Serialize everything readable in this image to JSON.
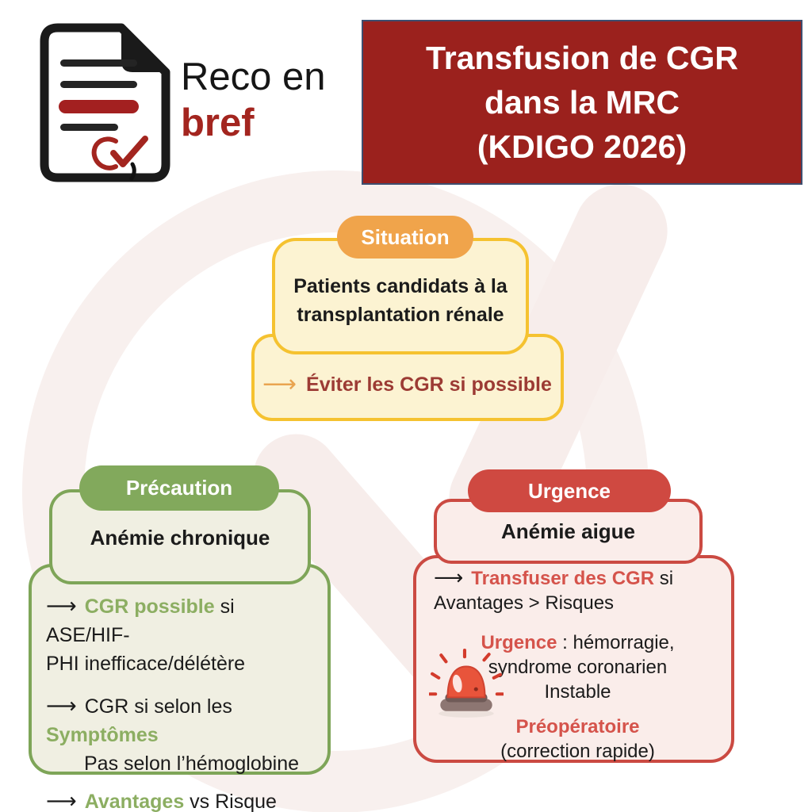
{
  "logo": {
    "line1": "Reco en",
    "line2": "bref",
    "icon": "document-kidney-check-icon"
  },
  "banner": {
    "lines": [
      "Transfusion de CGR",
      "dans la MRC",
      "(KDIGO 2026)"
    ]
  },
  "glyphs": {
    "arrow": "⟶"
  },
  "situation": {
    "badge": "Situation",
    "title_line1": "Patients candidats à la",
    "title_line2": "transplantation rénale",
    "action": "Éviter les CGR si possible"
  },
  "precaution": {
    "badge": "Précaution",
    "title": "Anémie chronique",
    "b1_accent": "CGR possible",
    "b1_rest": " si ASE/HIF-",
    "b1_line2": "PHI inefficace/délétère",
    "b2_lead": "CGR si selon les ",
    "b2_accent": "Symptômes",
    "b2_line2": "Pas selon l’hémoglobine",
    "b3_accent": "Avantages",
    "b3_rest": " vs Risque"
  },
  "urgence": {
    "badge": "Urgence",
    "title": "Anémie aigue",
    "b1_accent": "Transfuser des CGR",
    "b1_rest": " si",
    "b1_line2": "Avantages > Risques",
    "em_accent": "Urgence",
    "em_rest": " : hémorragie,",
    "em_line2": "syndrome coronarien",
    "em_line3": "Instable",
    "preop_title": "Préopératoire",
    "preop_sub": "(correction rapide)",
    "siren_icon": "siren-icon"
  },
  "colors": {
    "banner_bg": "#9B211D",
    "banner_border": "#3E4E6F",
    "logo_accent": "#A3251F",
    "text": "#1B1B1B",
    "situation_badge": "#F0A44B",
    "situation_border": "#F5C230",
    "situation_bg": "#FCF3D2",
    "situation_arrow": "#E9A450",
    "situation_accent_text": "#9C3B34",
    "precaution_badge": "#82A95C",
    "precaution_border": "#7EA558",
    "precaution_bg": "#F0EFE2",
    "precaution_accent_text": "#8CAE62",
    "urgence_badge": "#CF4941",
    "urgence_border": "#CB4A42",
    "urgence_bg": "#FAEDEA",
    "urgence_accent_text": "#D5534B",
    "watermark": "#F7EDEB"
  }
}
